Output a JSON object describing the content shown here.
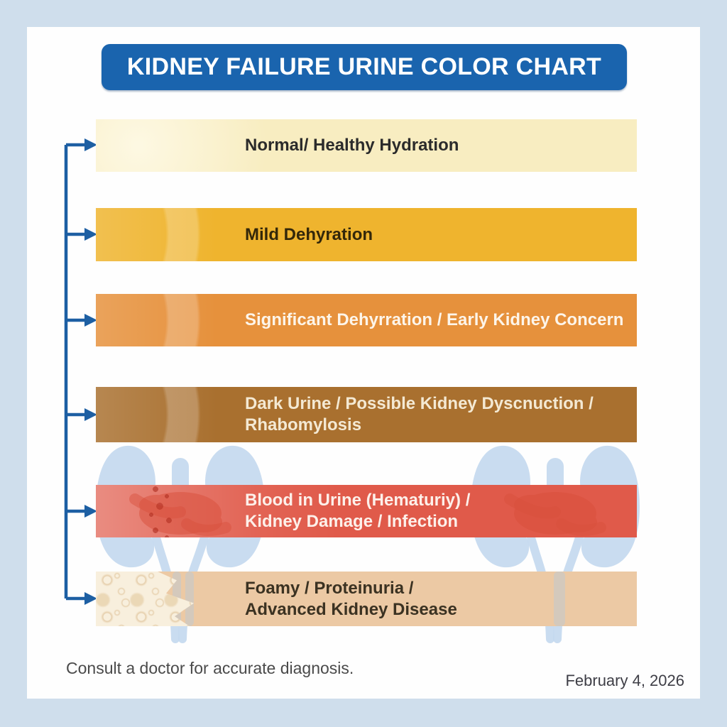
{
  "page": {
    "background_color": "#cfdeec",
    "card_color": "#fefefe"
  },
  "header": {
    "title": "KIDNEY FAILURE URINE COLOR CHART",
    "background_color": "#1a64ae",
    "text_color": "#ffffff"
  },
  "chart": {
    "type": "urine-color-scale",
    "connector_color": "#1d5fa3",
    "rows": [
      {
        "label_line1": "Normal/ Healthy Hydration",
        "label_line2": "",
        "color": "#f8edc1",
        "text_color": "#2b2b2b"
      },
      {
        "label_line1": "Mild Dehyration",
        "label_line2": "",
        "color": "#efb42e",
        "text_color": "#33270a"
      },
      {
        "label_line1": "Significant Dehyrration / Early Kidney Concern",
        "label_line2": "",
        "color": "#e6913c",
        "text_color": "#fdf5ea"
      },
      {
        "label_line1": "Dark Urine / Possible Kidney Dyscnuction /",
        "label_line2": "Rhabomylosis",
        "color": "#a9702f",
        "text_color": "#f4e9d3"
      },
      {
        "label_line1": "Blood in Urine (Hematuriy) /",
        "label_line2": "Kidney Damage / Infection",
        "color": "#e05a4a",
        "text_color": "#fdf0ea"
      },
      {
        "label_line1": "Foamy / Proteinuria /",
        "label_line2": "Advanced Kidney Disease",
        "color": "#ecc9a4",
        "text_color": "#3b3222"
      }
    ]
  },
  "illustration": {
    "name": "kidneys-background",
    "color": "#c3d8ee",
    "vessel_color": "#d9503c"
  },
  "footer": {
    "disclaimer": "Consult a doctor for accurate diagnosis.",
    "date": "February 4, 2026"
  }
}
